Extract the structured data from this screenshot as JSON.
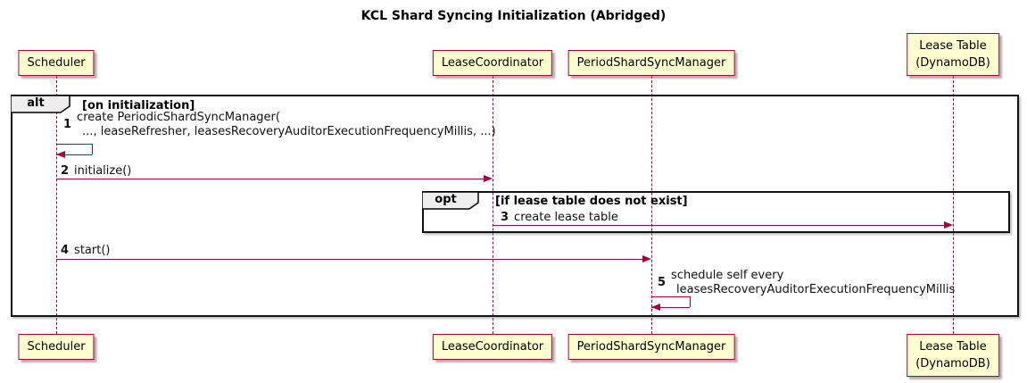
{
  "title": "KCL Shard Syncing Initialization (Abridged)",
  "colors": {
    "participant_fill": "#FEFECE",
    "participant_border": "#A80036",
    "arrow": "#A80036",
    "lifeline": "#A80036",
    "frame_border": "#121212",
    "fragment_header_fill": "#EEEEEE",
    "background": "#FFFFFF"
  },
  "participants": [
    {
      "label": "Scheduler"
    },
    {
      "label": "LeaseCoordinator"
    },
    {
      "label": "PeriodShardSyncManager"
    },
    {
      "label": "Lease Table",
      "sublabel": "(DynamoDB)"
    }
  ],
  "fragments": {
    "alt": {
      "operator": "alt",
      "guard": "[on initialization]"
    },
    "opt": {
      "operator": "opt",
      "guard": "[if lease table does not exist]"
    }
  },
  "messages": {
    "m1": {
      "num": "1",
      "line1": "create PeriodicShardSyncManager(",
      "line2": "..., leaseRefresher, leasesRecoveryAuditorExecutionFrequencyMillis, ...)",
      "from": "Scheduler",
      "to": "Scheduler",
      "type": "self"
    },
    "m2": {
      "num": "2",
      "text": "initialize()",
      "from": "Scheduler",
      "to": "LeaseCoordinator",
      "type": "arrow"
    },
    "m3": {
      "num": "3",
      "text": "create lease table",
      "from": "LeaseCoordinator",
      "to": "Lease Table (DynamoDB)",
      "type": "arrow"
    },
    "m4": {
      "num": "4",
      "text": "start()",
      "from": "Scheduler",
      "to": "PeriodShardSyncManager",
      "type": "arrow"
    },
    "m5": {
      "num": "5",
      "line1": "schedule self every",
      "line2": "leasesRecoveryAuditorExecutionFrequencyMillis",
      "from": "PeriodShardSyncManager",
      "to": "PeriodShardSyncManager",
      "type": "self"
    }
  }
}
